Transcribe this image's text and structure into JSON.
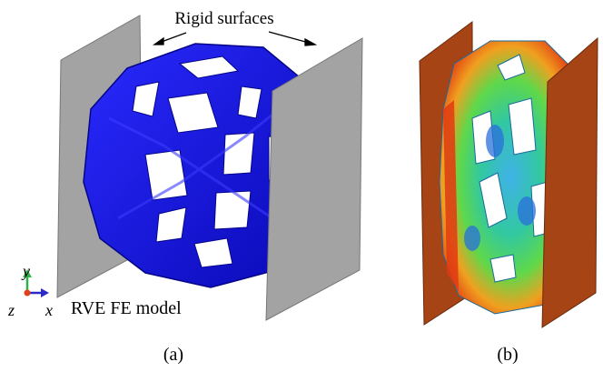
{
  "annotation": {
    "rigid_surfaces": "Rigid surfaces",
    "model_label": "RVE FE model"
  },
  "axes": {
    "y": "y",
    "z": "z",
    "x": "x"
  },
  "captions": {
    "a": "(a)",
    "b": "(b)"
  },
  "colors": {
    "plate_gray": "#a3a3a3",
    "plate_brown": "#a64416",
    "lattice_blue": "#1414e6",
    "axis_y": "#2eb34a",
    "axis_x": "#2a2acc",
    "axis_z": "#e0401a"
  }
}
